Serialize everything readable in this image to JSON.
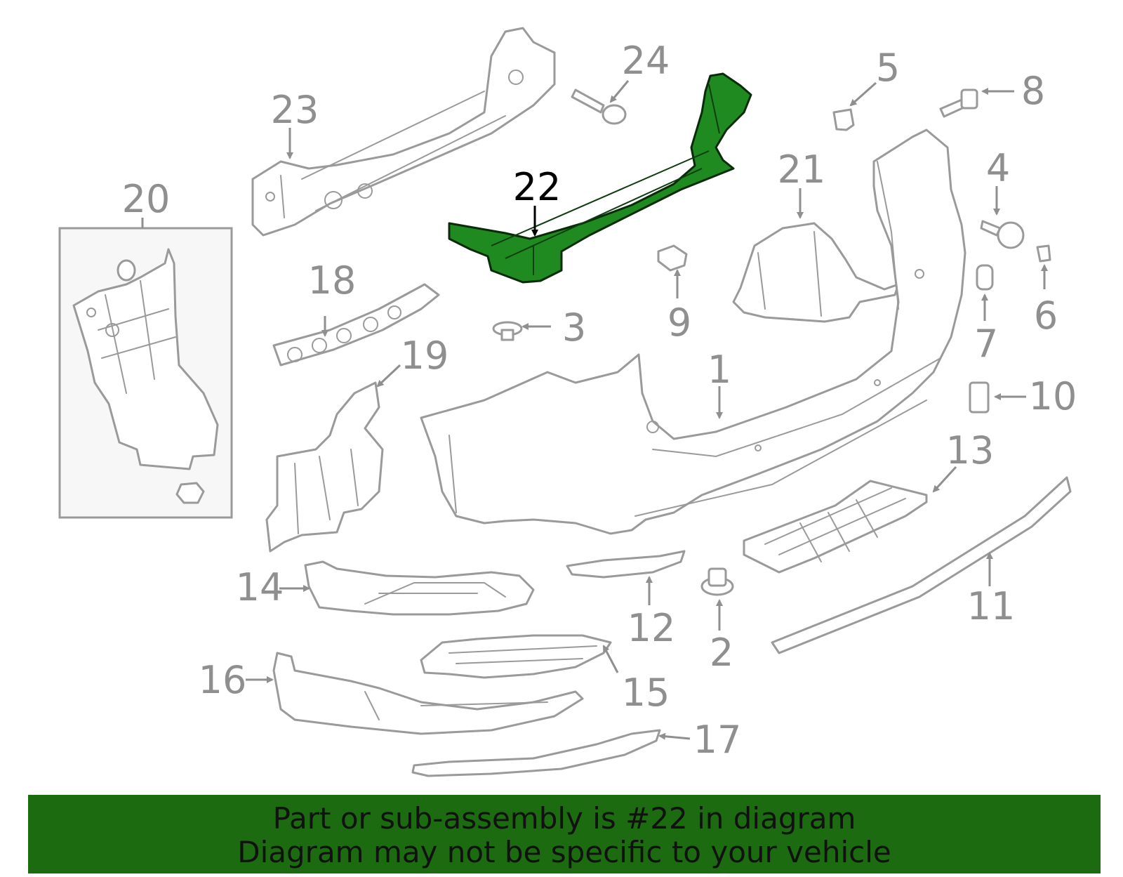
{
  "diagram": {
    "highlight_color": "#1f8a1f",
    "highlighted_callout": "22",
    "callouts": {
      "c1": "1",
      "c2": "2",
      "c3": "3",
      "c4": "4",
      "c5": "5",
      "c6": "6",
      "c7": "7",
      "c8": "8",
      "c9": "9",
      "c10": "10",
      "c11": "11",
      "c12": "12",
      "c13": "13",
      "c14": "14",
      "c15": "15",
      "c16": "16",
      "c17": "17",
      "c18": "18",
      "c19": "19",
      "c20": "20",
      "c21": "21",
      "c22": "22",
      "c23": "23",
      "c24": "24"
    }
  },
  "banner": {
    "background_color": "#1d6b10",
    "line1": "Part or sub-assembly is #22 in diagram",
    "line2": "Diagram may not be specific to your vehicle"
  }
}
